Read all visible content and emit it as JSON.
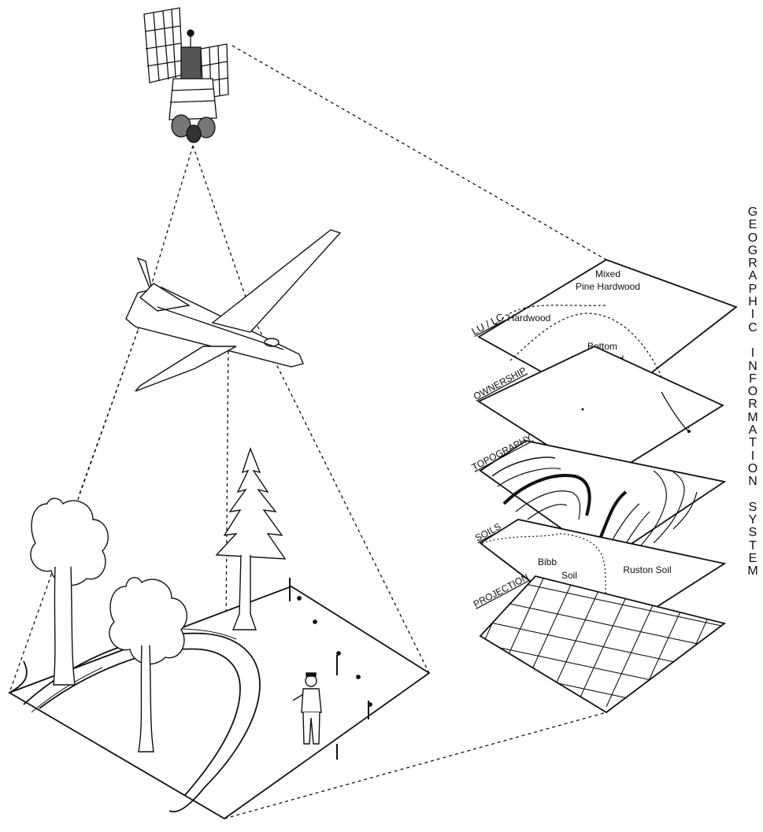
{
  "side_title": "GEOGRAPHIC INFORMATION SYSTEM",
  "layers": {
    "lulc": {
      "label": "LU / LC",
      "regions": {
        "mixed_line1": "Mixed",
        "mixed_line2": "Pine Hardwood",
        "hardwood": "Hardwood",
        "bottom_line1": "Bottom",
        "bottom_line2": "Hardwood"
      }
    },
    "ownership": {
      "label": "OWNERSHIP"
    },
    "topography": {
      "label": "TOPOGRAPHY"
    },
    "soils": {
      "label": "SOILS",
      "regions": {
        "bibb_line1": "Bibb",
        "bibb_line2": "Soil",
        "ruston": "Ruston Soil"
      }
    },
    "projection": {
      "label": "PROJECTION"
    }
  },
  "platforms": [
    "satellite",
    "aircraft",
    "ground-observer"
  ],
  "colors": {
    "ink": "#111111",
    "paper": "#ffffff"
  }
}
